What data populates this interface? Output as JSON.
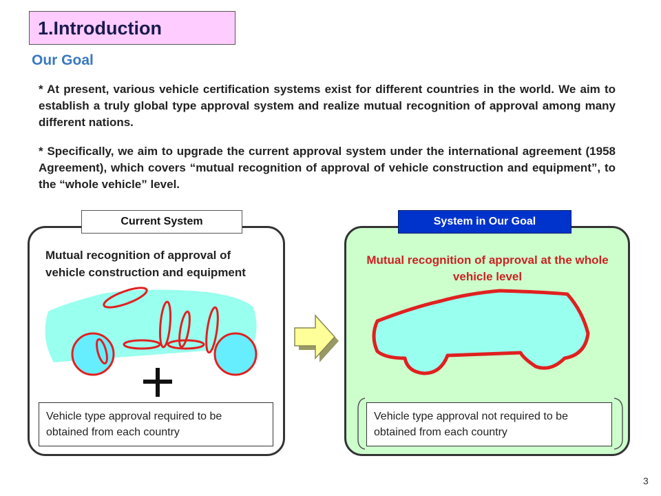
{
  "slide": {
    "title": "1.Introduction",
    "subtitle": "Our Goal",
    "paragraph_1": "* At present, various vehicle certification systems exist for different countries in the world. We aim to establish a truly global type approval system and realize mutual recognition of approval among many different nations.",
    "paragraph_2": "* Specifically, we aim to upgrade the current approval system under the international agreement (1958 Agreement), which covers “mutual recognition of approval of vehicle construction and equipment”, to the “whole vehicle” level.",
    "page_number": "3"
  },
  "current_system": {
    "tag": "Current System",
    "heading": "Mutual recognition of approval of vehicle construction and equipment",
    "note": "Vehicle type approval required  to be obtained from each country"
  },
  "goal_system": {
    "tag": "System in Our Goal",
    "heading": "Mutual recognition of approval at the whole vehicle level",
    "note": "Vehicle type approval not required to be obtained from each country"
  },
  "colors": {
    "title_bg": "#ffccff",
    "subtitle": "#3a78c0",
    "goal_panel_bg": "#ccffcc",
    "goal_tag_bg": "#0033cc",
    "goal_heading": "#cc2222",
    "car_fill": "#99ffee",
    "component_outline": "#e02020",
    "arrow_fill": "#ffff99"
  },
  "icons": [
    "plus-icon",
    "right-arrow-icon",
    "car-components-illustration",
    "whole-car-illustration"
  ]
}
